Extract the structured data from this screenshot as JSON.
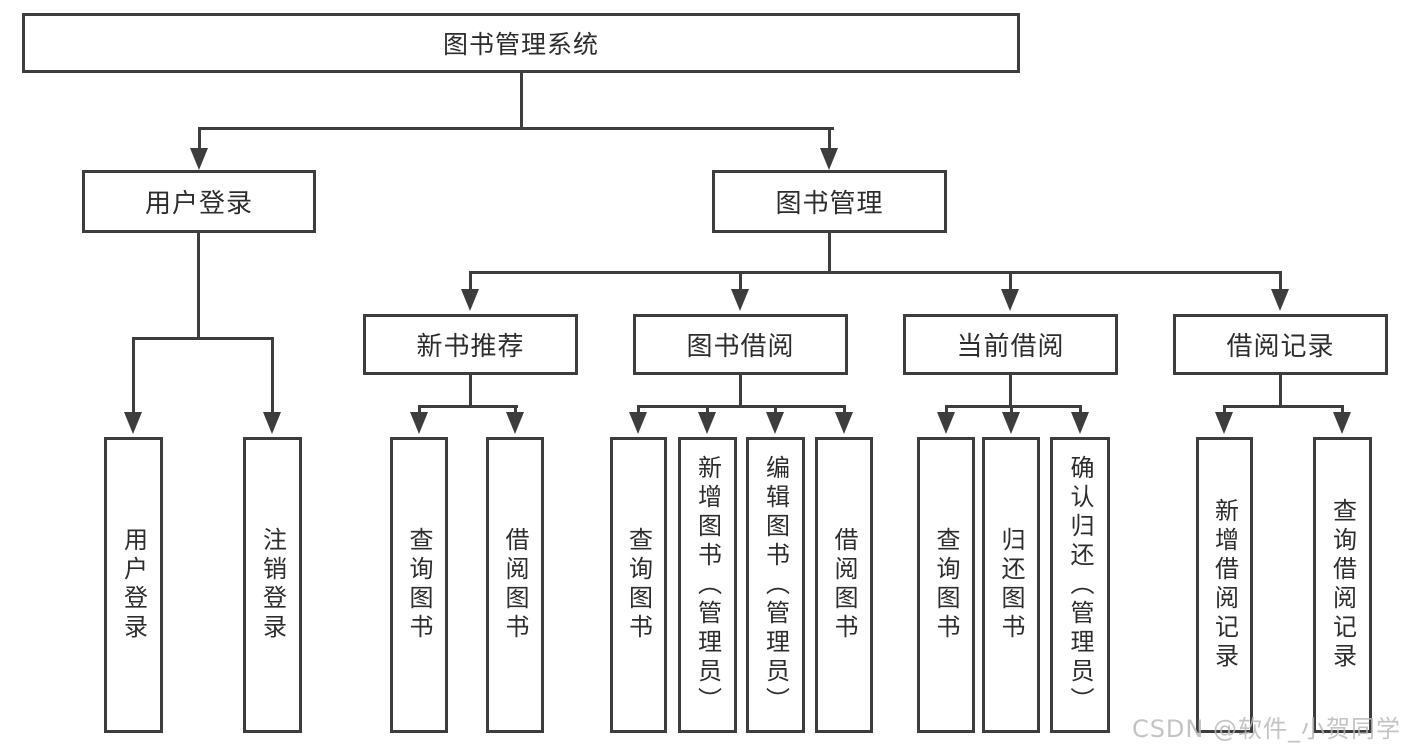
{
  "diagram": {
    "root": {
      "label": "图书管理系统"
    },
    "level2": {
      "user_login": "用户登录",
      "book_management": "图书管理"
    },
    "level3": {
      "new_book_recommend": "新书推荐",
      "book_borrow": "图书借阅",
      "current_borrow": "当前借阅",
      "borrow_records": "借阅记录"
    },
    "leaves": {
      "user_login": [
        "用户登录",
        "注销登录"
      ],
      "new_book_recommend": [
        "查询图书",
        "借阅图书"
      ],
      "book_borrow": [
        "查询图书",
        "新增图书（管理员）",
        "编辑图书（管理员）",
        "借阅图书"
      ],
      "current_borrow": [
        "查询图书",
        "归还图书",
        "确认归还（管理员）"
      ],
      "borrow_records": [
        "新增借阅记录",
        "查询借阅记录"
      ]
    }
  },
  "watermark": "CSDN @软件_小贺同学",
  "colors": {
    "line": "#3d3d3d",
    "text": "#2d2d2d",
    "background": "#ffffff",
    "watermark": "#b9b9b9"
  }
}
